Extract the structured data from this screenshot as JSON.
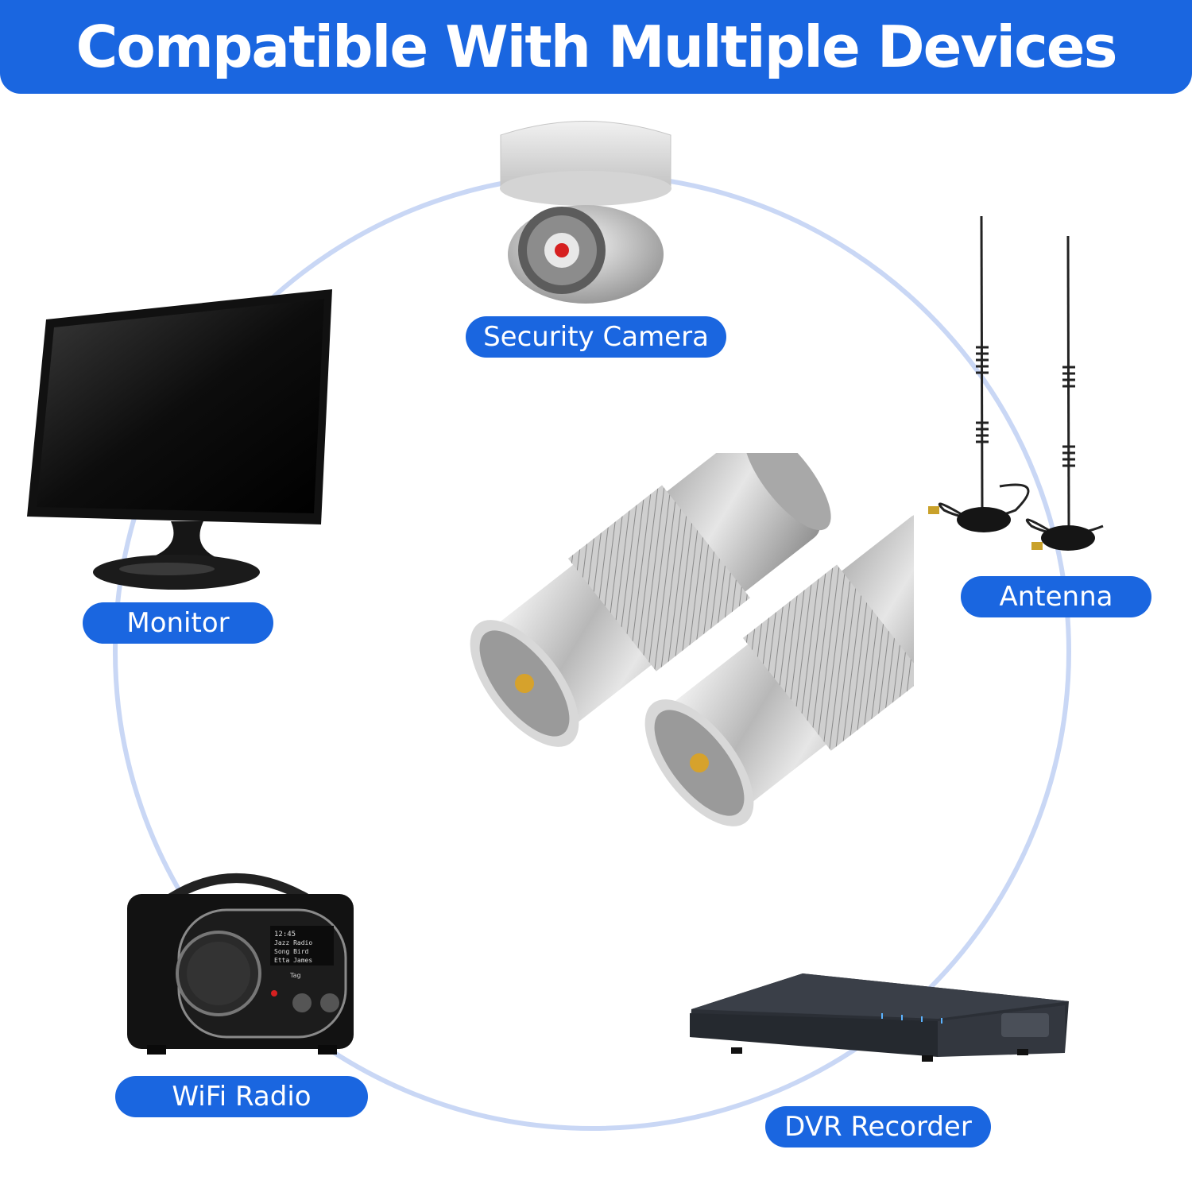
{
  "banner": {
    "title": "Compatible With Multiple Devices"
  },
  "labels": {
    "security_camera": "Security Camera",
    "antenna": "Antenna",
    "monitor": "Monitor",
    "wifi_radio": "WiFi Radio",
    "dvr_recorder": "DVR Recorder"
  },
  "colors": {
    "accent": "#1a66e0",
    "ring": "#c8d6f4",
    "label_text": "#ffffff"
  },
  "icons": [
    "security-camera-icon",
    "antenna-icon",
    "monitor-icon",
    "wifi-radio-icon",
    "dvr-recorder-icon",
    "bnc-connector-icon"
  ],
  "radio_screen": {
    "time": "12:45",
    "station": "Jazz Radio",
    "song": "Song Bird",
    "artist": "Etta James",
    "tag_label": "Tag"
  }
}
